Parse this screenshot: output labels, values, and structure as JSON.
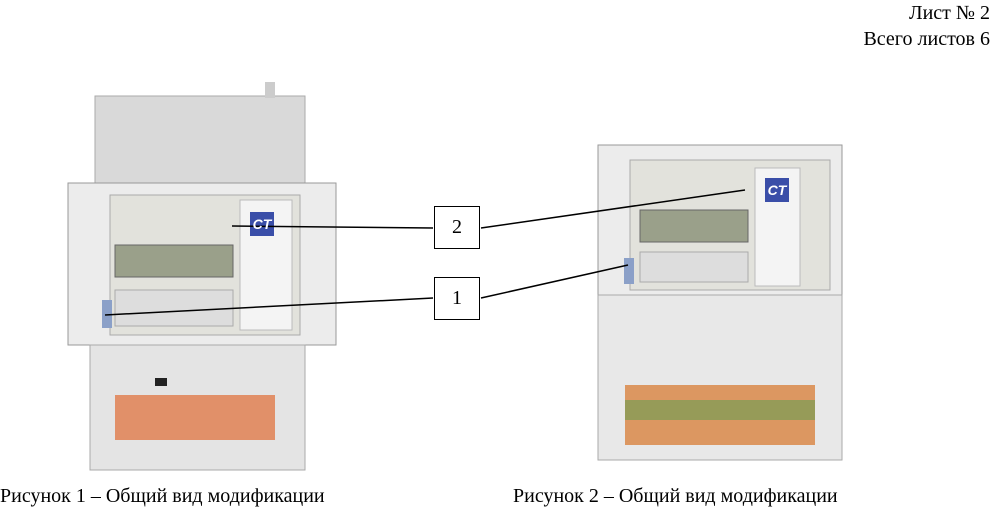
{
  "header": {
    "sheet": "Лист № 2",
    "total": "Всего листов 6"
  },
  "figures": [
    {
      "caption": "Рисунок 1 – Общий вид модификации"
    },
    {
      "caption": "Рисунок 2 – Общий вид модификации"
    }
  ],
  "callouts": [
    "2",
    "1"
  ],
  "logo_text": "CT"
}
